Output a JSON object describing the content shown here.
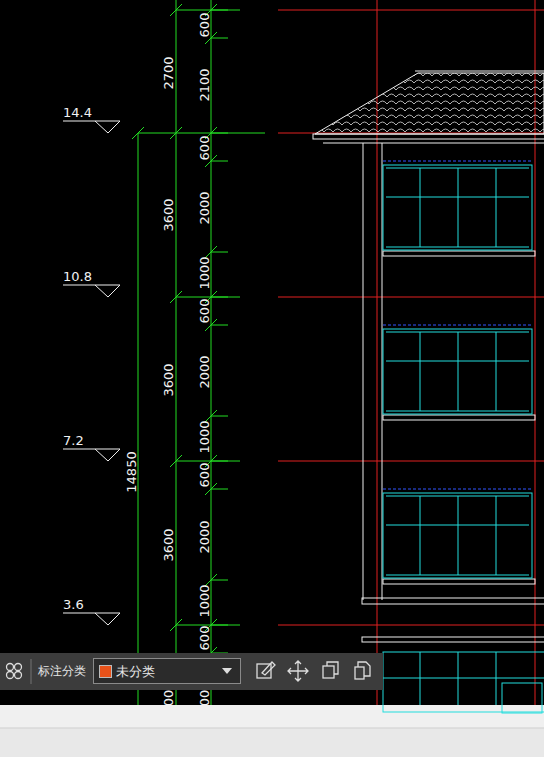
{
  "diagram": {
    "nodes": [
      {
        "text": [
          "标注分类"
        ]
      },
      {
        "text": [
          "未分类"
        ],
        "in": 0
      }
    ],
    "labels": [
      "14.4",
      "10.8",
      "7.2",
      "3.6",
      "14850",
      "2700",
      "3600",
      "3600",
      "3600",
      "00",
      "600",
      "2100",
      "600",
      "2000",
      "1000",
      "600",
      "2000",
      "1000",
      "600",
      "2000",
      "1000",
      "600",
      "00"
    ]
  }
}
